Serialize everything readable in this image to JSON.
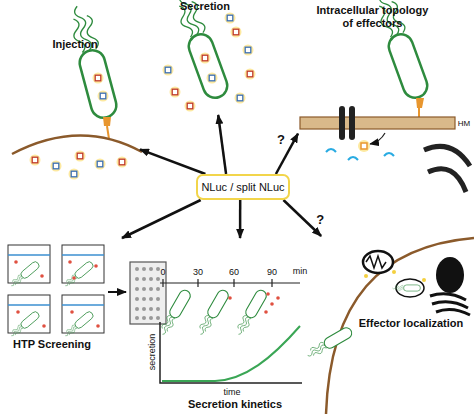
{
  "diagram": {
    "nodes": [
      {
        "text": [
          "Secretion"
        ]
      },
      {
        "text": [
          "Injection"
        ]
      },
      {
        "text": [
          "Intracellular topology of effectors"
        ]
      },
      {
        "text": [
          "NLuc / split NLuc"
        ]
      },
      {
        "text": [
          "HTP Screening"
        ]
      },
      {
        "text": [
          "Secretion kinetics"
        ]
      },
      {
        "text": [
          "Effector localization"
        ]
      }
    ],
    "edges": [
      {
        "from": 3,
        "to": 1,
        "arrow": "to"
      },
      {
        "from": 3,
        "to": 0,
        "arrow": "to"
      },
      {
        "from": 3,
        "to": 2,
        "arrow": "to",
        "label": "?"
      },
      {
        "from": 3,
        "to": 4,
        "arrow": "to"
      },
      {
        "from": 3,
        "to": 5,
        "arrow": "to"
      },
      {
        "from": 3,
        "to": 6,
        "arrow": "to",
        "label": "?"
      }
    ],
    "labels": [
      "HM",
      "0",
      "30",
      "60",
      "90",
      "min",
      "secretion",
      "time"
    ]
  }
}
